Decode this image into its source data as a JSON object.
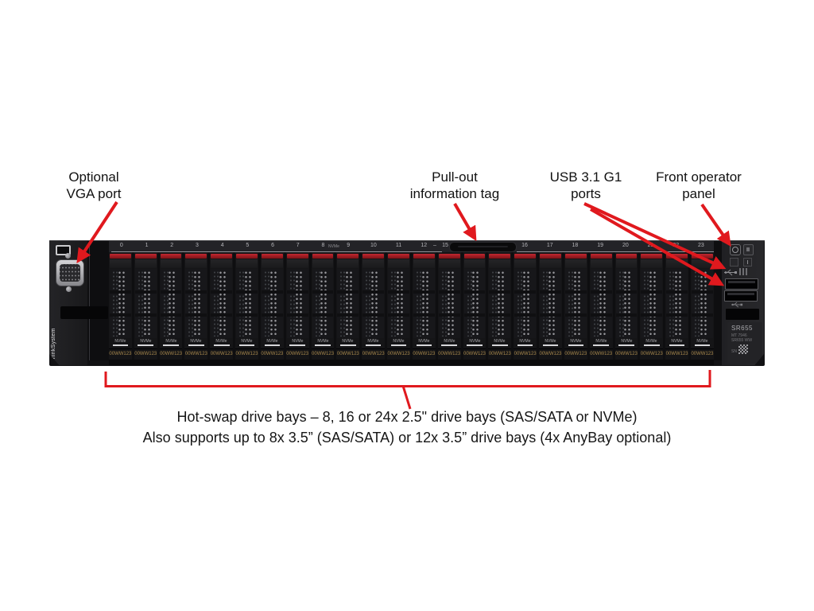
{
  "callouts": {
    "vga": {
      "line1": "Optional",
      "line2": "VGA port"
    },
    "tag": {
      "line1": "Pull-out",
      "line2": "information tag"
    },
    "usb": {
      "line1": "USB 3.1 G1",
      "line2": "ports"
    },
    "fop": {
      "line1": "Front operator",
      "line2": "panel"
    }
  },
  "caption": {
    "line1": "Hot-swap drive bays – 8, 16 or 24x 2.5\" drive bays (SAS/SATA or NVMe)",
    "line2": "Also supports up to 8x 3.5” (SAS/SATA) or 12x 3.5” drive bays (4x AnyBay optional)"
  },
  "server": {
    "brand": "ThinkSystem",
    "model": "SR655",
    "machine_type_text": "MT 7946",
    "machine_type_text2": "SR655 WW",
    "serial_label": "SN",
    "bay_count": 24,
    "bay_numbers": [
      "0",
      "1",
      "2",
      "3",
      "4",
      "5",
      "6",
      "7",
      "8",
      "9",
      "10",
      "11",
      "12",
      "–",
      "15",
      "16",
      "17",
      "18",
      "19",
      "20",
      "21",
      "22",
      "23"
    ],
    "nvme_row_marker": "NVMe",
    "bay_label_top": "NVMe",
    "bay_label_bottom": "00WW123"
  },
  "colors": {
    "annotation_red": "#e0191e",
    "latch_red": "#a01b20",
    "chassis_dark": "#1a1a1c"
  }
}
